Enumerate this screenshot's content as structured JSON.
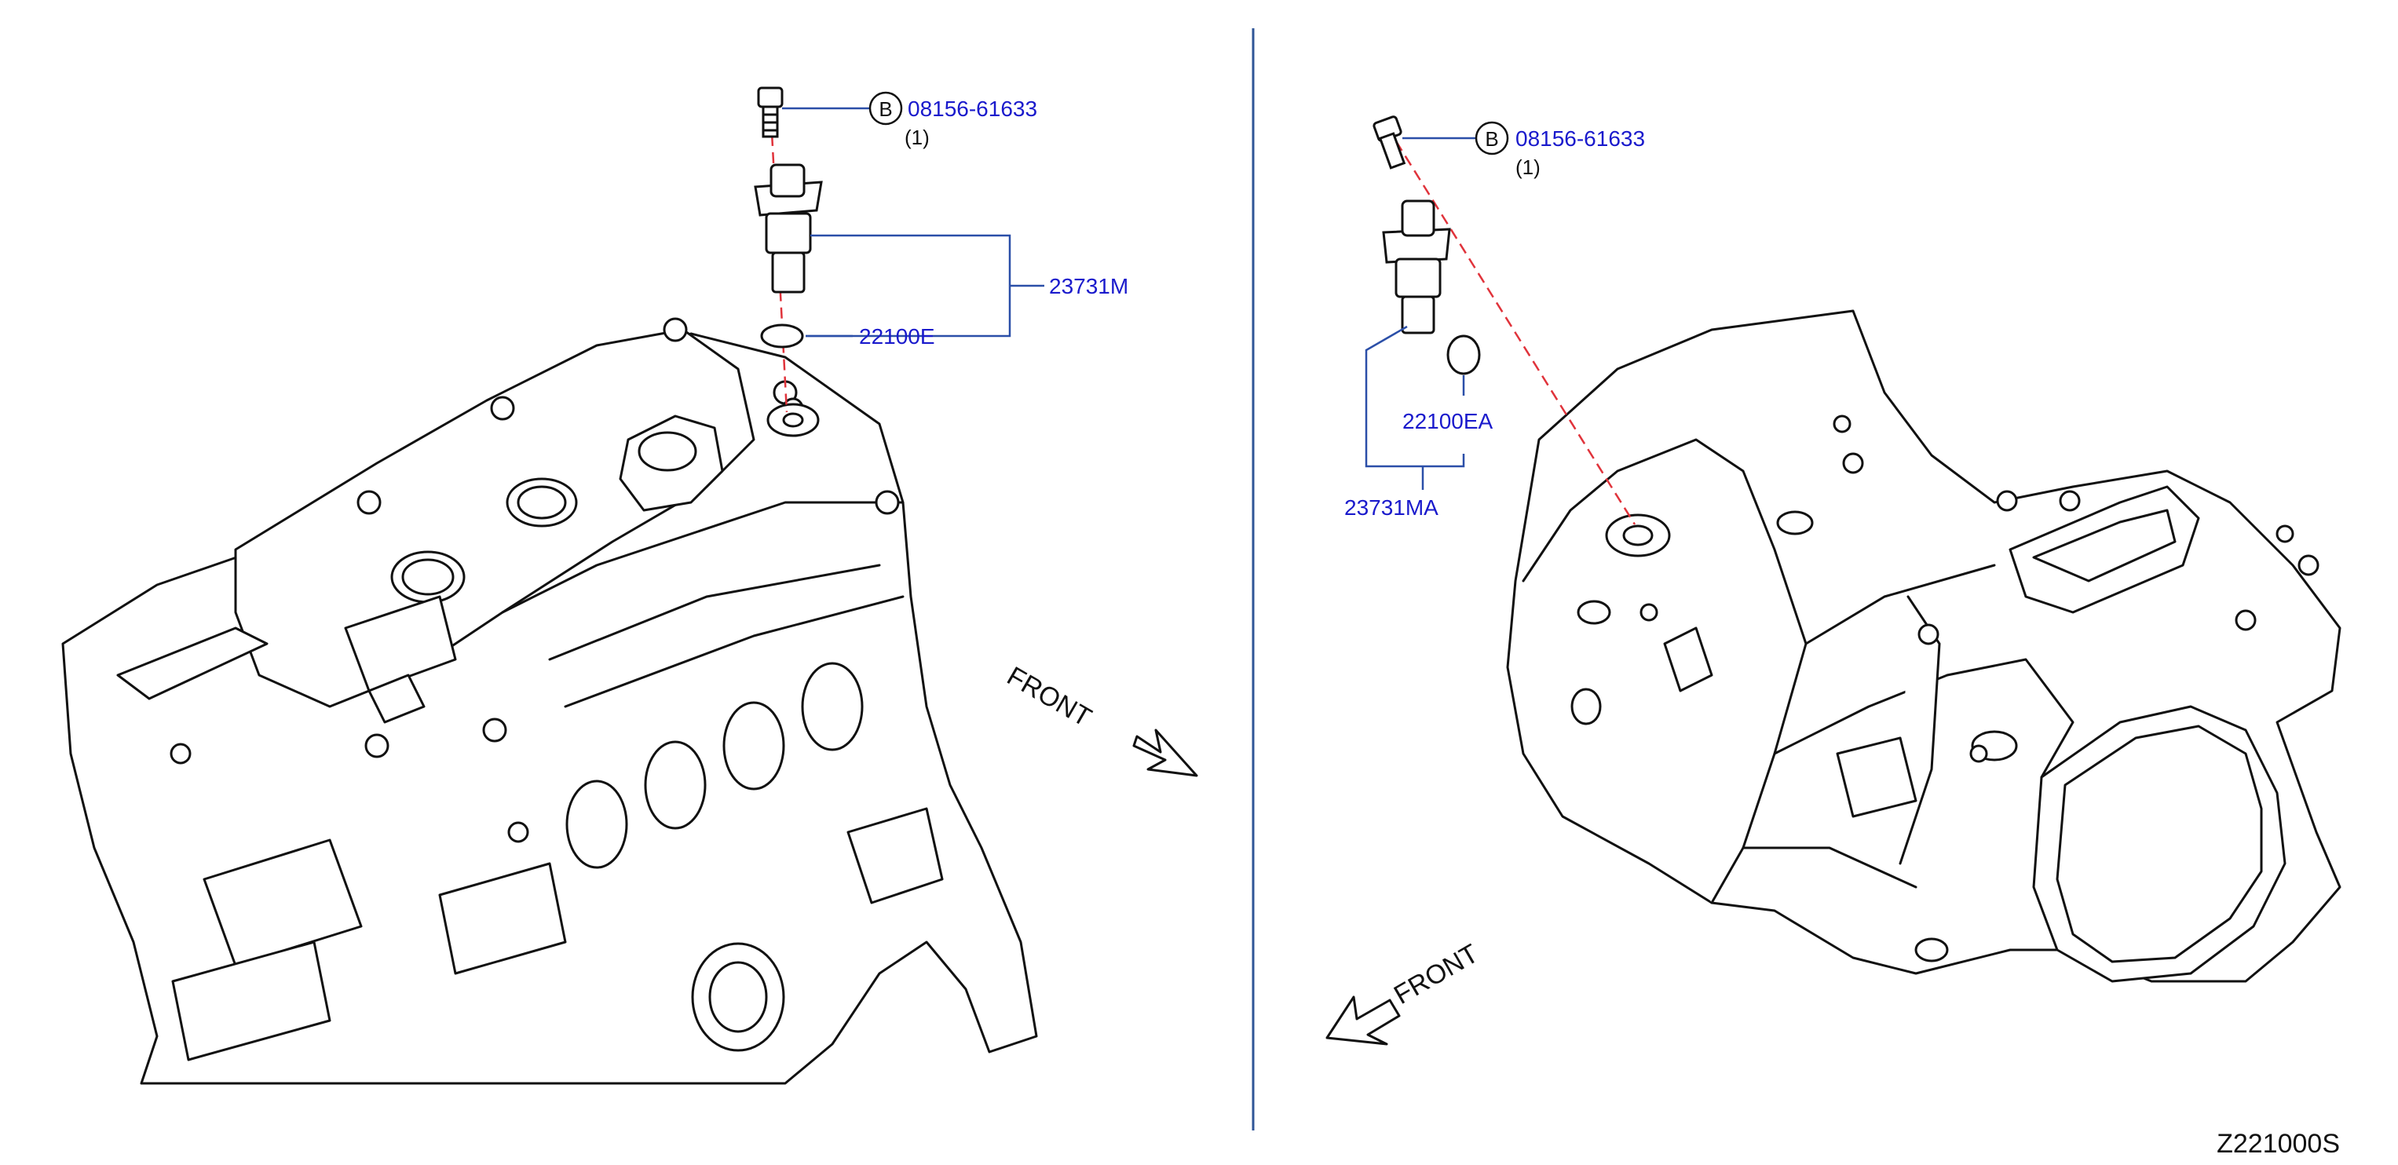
{
  "colors": {
    "part_number": "#1a1acc",
    "leader_line": "#2b4fa8",
    "center_line": "#e0333b",
    "drawing": "#111111",
    "divider": "#2f5597"
  },
  "left": {
    "bolt": {
      "badge": "B",
      "part_number": "08156-61633",
      "qty": "(1)"
    },
    "sensor": {
      "part_number": "23731M"
    },
    "oring": {
      "part_number": "22100E"
    },
    "front": {
      "label": "FRONT"
    }
  },
  "right": {
    "bolt": {
      "badge": "B",
      "part_number": "08156-61633",
      "qty": "(1)"
    },
    "sensor": {
      "part_number": "23731MA"
    },
    "oring": {
      "part_number": "22100EA"
    },
    "front": {
      "label": "FRONT"
    }
  },
  "diagram_code": "Z221000S"
}
